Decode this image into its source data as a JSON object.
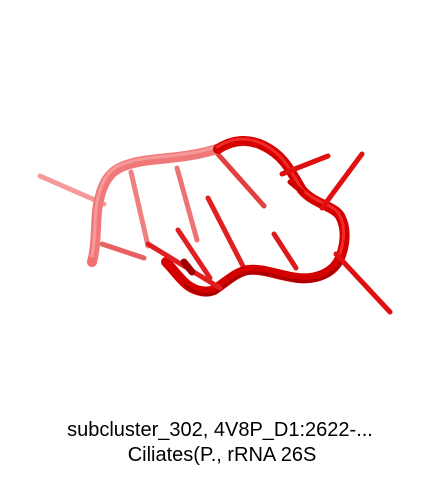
{
  "caption": {
    "line1": "subcluster_302, 4V8P_D1:2622-...",
    "line2": "Ciliates(P., rRNA 26S"
  },
  "structure": {
    "molecule": "rRNA",
    "style": "cartoon-backbone-with-base-sticks",
    "colors": {
      "light": "#f07f7f",
      "mid": "#e03030",
      "dark": "#d00000",
      "shade": "#8a0000"
    }
  }
}
